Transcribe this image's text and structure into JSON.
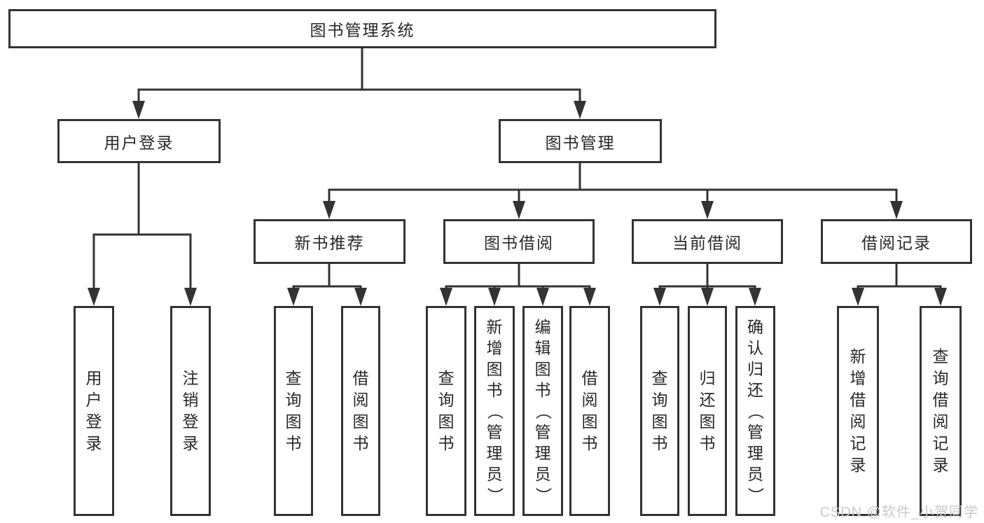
{
  "tree": {
    "label": "图书管理系统",
    "children": [
      {
        "label": "用户登录",
        "children": [
          {
            "label": "用户登录"
          },
          {
            "label": "注销登录"
          }
        ]
      },
      {
        "label": "图书管理",
        "children": [
          {
            "label": "新书推荐",
            "children": [
              {
                "label": "查询图书"
              },
              {
                "label": "借阅图书"
              }
            ]
          },
          {
            "label": "图书借阅",
            "children": [
              {
                "label": "查询图书"
              },
              {
                "label": "新增图书（管理员）"
              },
              {
                "label": "编辑图书（管理员）"
              },
              {
                "label": "借阅图书"
              }
            ]
          },
          {
            "label": "当前借阅",
            "children": [
              {
                "label": "查询图书"
              },
              {
                "label": "归还图书"
              },
              {
                "label": "确认归还（管理员）"
              }
            ]
          },
          {
            "label": "借阅记录",
            "children": [
              {
                "label": "新增借阅记录"
              },
              {
                "label": "查询借阅记录"
              }
            ]
          }
        ]
      }
    ]
  },
  "watermark": {
    "text": "CSDN @软件_小贺同学"
  },
  "colors": {
    "line": "#333333",
    "text": "#282828",
    "watermark": "#c9c9c9",
    "box_background": "#ffffff"
  }
}
